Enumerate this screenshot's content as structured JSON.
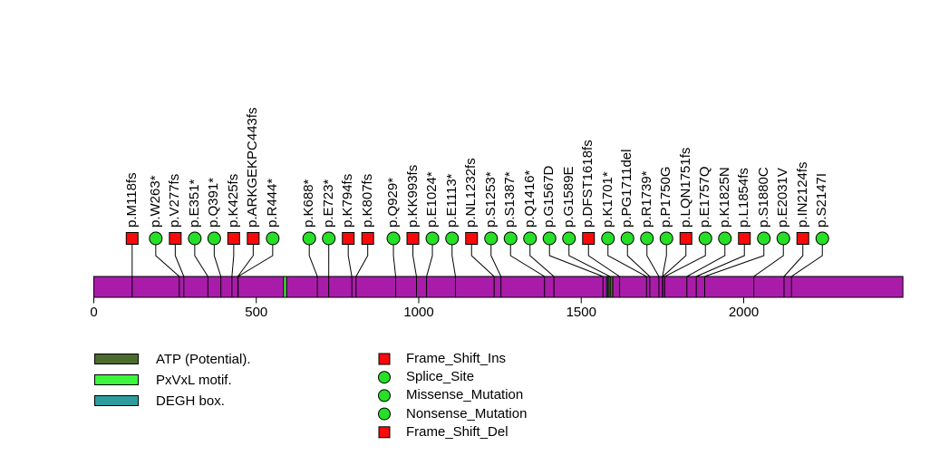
{
  "chart_data": {
    "type": "lollipop",
    "title": "",
    "gene_bar": {
      "protein_length": 2490,
      "color": "#A91CA9"
    },
    "axis": {
      "tick_labels": [
        "0",
        "500",
        "1000",
        "1500",
        "2000"
      ],
      "tick_values": [
        0,
        500,
        1000,
        1500,
        2000
      ],
      "xlim": [
        0,
        2490
      ]
    },
    "domains": [
      {
        "name": "ATP (Potential).",
        "start": 1583,
        "end": 1597,
        "color": "#4C6B2F"
      },
      {
        "name": "PxVxL motif.",
        "start": 584,
        "end": 593,
        "color": "#3CF53C"
      },
      {
        "name": "DEGH box.",
        "start": 1578,
        "end": 1582,
        "color": "#2E9C9C"
      }
    ],
    "marker_colors": {
      "red": "#F90A0A",
      "green": "#27DF27"
    },
    "mutations": [
      {
        "label": "p.M118fs",
        "pos": 118,
        "marker": "red-square"
      },
      {
        "label": "p.W263*",
        "pos": 263,
        "marker": "green-circle"
      },
      {
        "label": "p.V277fs",
        "pos": 277,
        "marker": "red-square"
      },
      {
        "label": "p.E351*",
        "pos": 351,
        "marker": "green-circle"
      },
      {
        "label": "p.Q391*",
        "pos": 391,
        "marker": "green-circle"
      },
      {
        "label": "p.K425fs",
        "pos": 425,
        "marker": "red-square"
      },
      {
        "label": "p.ARKGEKPC443fs",
        "pos": 443,
        "marker": "red-square"
      },
      {
        "label": "p.R444*",
        "pos": 444,
        "marker": "green-circle"
      },
      {
        "label": "p.K688*",
        "pos": 688,
        "marker": "green-circle"
      },
      {
        "label": "p.E723*",
        "pos": 723,
        "marker": "green-circle"
      },
      {
        "label": "p.K794fs",
        "pos": 794,
        "marker": "red-square"
      },
      {
        "label": "p.K807fs",
        "pos": 807,
        "marker": "red-square"
      },
      {
        "label": "p.Q929*",
        "pos": 929,
        "marker": "green-circle"
      },
      {
        "label": "p.KK993fs",
        "pos": 993,
        "marker": "red-square"
      },
      {
        "label": "p.E1024*",
        "pos": 1024,
        "marker": "green-circle"
      },
      {
        "label": "p.E1113*",
        "pos": 1113,
        "marker": "green-circle"
      },
      {
        "label": "p.NL1232fs",
        "pos": 1232,
        "marker": "red-square"
      },
      {
        "label": "p.S1253*",
        "pos": 1253,
        "marker": "green-circle"
      },
      {
        "label": "p.S1387*",
        "pos": 1387,
        "marker": "green-circle"
      },
      {
        "label": "p.Q1416*",
        "pos": 1416,
        "marker": "green-circle"
      },
      {
        "label": "p.G1567D",
        "pos": 1567,
        "marker": "green-circle"
      },
      {
        "label": "p.G1589E",
        "pos": 1589,
        "marker": "green-circle"
      },
      {
        "label": "p.DFST1618fs",
        "pos": 1618,
        "marker": "red-square"
      },
      {
        "label": "p.K1701*",
        "pos": 1701,
        "marker": "green-circle"
      },
      {
        "label": "p.PG1711del",
        "pos": 1711,
        "marker": "green-circle"
      },
      {
        "label": "p.R1739*",
        "pos": 1739,
        "marker": "green-circle"
      },
      {
        "label": "p.P1750G",
        "pos": 1750,
        "marker": "green-circle"
      },
      {
        "label": "p.LQN1751fs",
        "pos": 1751,
        "marker": "red-square"
      },
      {
        "label": "p.E1757Q",
        "pos": 1757,
        "marker": "green-circle"
      },
      {
        "label": "p.K1825N",
        "pos": 1825,
        "marker": "green-circle"
      },
      {
        "label": "p.L1854fs",
        "pos": 1854,
        "marker": "red-square"
      },
      {
        "label": "p.S1880C",
        "pos": 1880,
        "marker": "green-circle"
      },
      {
        "label": "p.E2031V",
        "pos": 2031,
        "marker": "green-circle"
      },
      {
        "label": "p.IN2124fs",
        "pos": 2124,
        "marker": "red-square"
      },
      {
        "label": "p.S2147I",
        "pos": 2147,
        "marker": "green-circle"
      }
    ]
  },
  "legends": {
    "domains": [
      {
        "label": "ATP (Potential).",
        "color": "#4C6B2F"
      },
      {
        "label": "PxVxL motif.",
        "color": "#3CF53C"
      },
      {
        "label": "DEGH box.",
        "color": "#2E9C9C"
      }
    ],
    "mutation_types": [
      {
        "label": "Frame_Shift_Ins",
        "shape": "square",
        "color": "#F90A0A"
      },
      {
        "label": "Splice_Site",
        "shape": "circle",
        "color": "#27DF27"
      },
      {
        "label": "Missense_Mutation",
        "shape": "circle",
        "color": "#27DF27"
      },
      {
        "label": "Nonsense_Mutation",
        "shape": "circle",
        "color": "#27DF27"
      },
      {
        "label": "Frame_Shift_Del",
        "shape": "square",
        "color": "#F90A0A"
      }
    ]
  }
}
